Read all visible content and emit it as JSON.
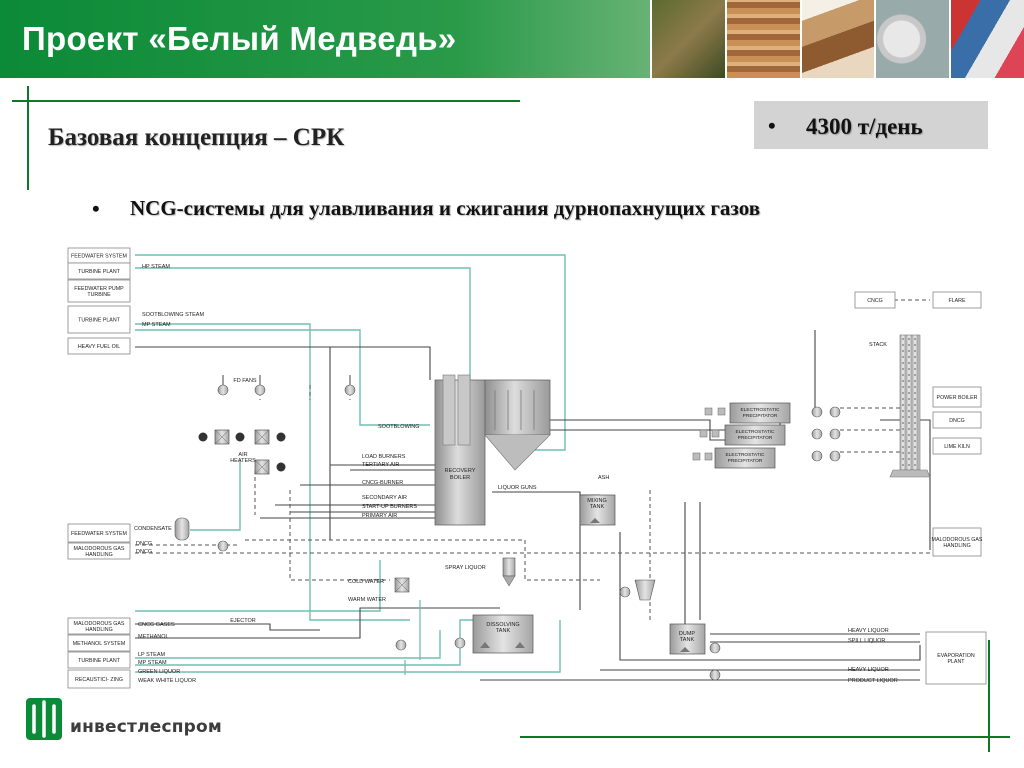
{
  "header": {
    "title": "Проект «Белый Медведь»"
  },
  "photos": [
    {
      "name": "forest-harvester-photo"
    },
    {
      "name": "log-pile-photo"
    },
    {
      "name": "wood-veneer-photo"
    },
    {
      "name": "paper-rolls-photo"
    },
    {
      "name": "packaging-products-photo"
    }
  ],
  "subtitle": "Базовая концепция – СРК",
  "capacity": {
    "bullet": "•",
    "text": "4300 т/день"
  },
  "bullet_item": {
    "bullet": "•",
    "text": "NCG-системы для улавливания и сжигания дурнопахнущих газов"
  },
  "diagram": {
    "left_boxes": [
      "FEEDWATER SYSTEM",
      "TURBINE PLANT",
      "FEEDWATER PUMP TURBINE",
      "TURBINE PLANT",
      "HEAVY FUEL OIL",
      "FEEDWATER SYSTEM",
      "MALODOROUS GAS HANDLING",
      "MALODOROUS GAS HANDLING",
      "METHANOL SYSTEM",
      "TURBINE PLANT",
      "RECAUSTICI- ZING"
    ],
    "right_boxes": [
      "CNCG",
      "FLARE",
      "POWER BOILER",
      "DNCG",
      "LIME KILN",
      "MALODOROUS GAS HANDLING",
      "EVAPORATION PLANT"
    ],
    "equipment": [
      "RECOVERY BOILER",
      "MIXING TANK",
      "DISSOLVING TANK",
      "DUMP TANK",
      "STACK",
      "FD FANS",
      "AIR HEATERS",
      "EJECTOR"
    ],
    "precipitators": [
      "ELECTROSTATIC PRECIPITATOR",
      "ELECTROSTATIC PRECIPITATOR",
      "ELECTROSTATIC PRECIPITATOR"
    ],
    "stream_labels": [
      "HP STEAM",
      "SOOTBLOWING STEAM",
      "MP STEAM",
      "SOOTBLOWING",
      "LOAD BURNERS",
      "TERTIARY AIR",
      "CNCG-BURNER",
      "SECONDARY AIR",
      "START-UP BURNERS",
      "PRIMARY AIR",
      "LIQUOR GUNS",
      "ASH",
      "CONDENSATE",
      "DNCG",
      "DNCG",
      "SPRAY LIQUOR",
      "COLD WATER",
      "WARM WATER",
      "CNCG GASES",
      "METHANOL",
      "LP STEAM",
      "MP STEAM",
      "GREEN LIQUOR",
      "WEAK WHITE LIQUOR",
      "HEAVY LIQUOR",
      "SPILL LIQUOR",
      "HEAVY LIQUOR",
      "PRODUCT LIQUOR"
    ]
  },
  "logo": {
    "text": "инвестлеспром"
  },
  "colors": {
    "header_green": "#0b8a37",
    "line_green": "#0a7a2a",
    "teal_line": "#6fbfb0",
    "dark_line": "#333333",
    "box_gray": "#c9c9c9"
  }
}
